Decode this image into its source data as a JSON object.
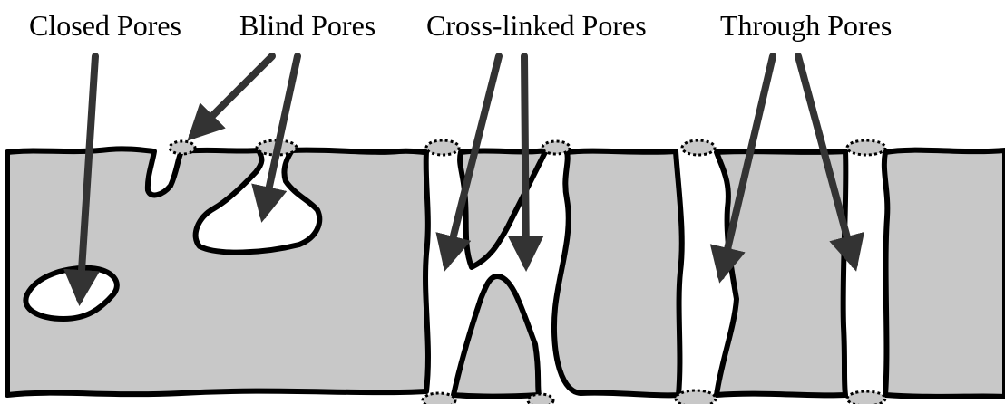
{
  "labels": {
    "closed": "Closed Pores",
    "blind": "Blind Pores",
    "cross_linked": "Cross-linked Pores",
    "through": "Through Pores"
  },
  "colors": {
    "matrix": "#c8c8c8",
    "outline": "#000000",
    "pore": "#ffffff",
    "arrow": "#333333"
  }
}
